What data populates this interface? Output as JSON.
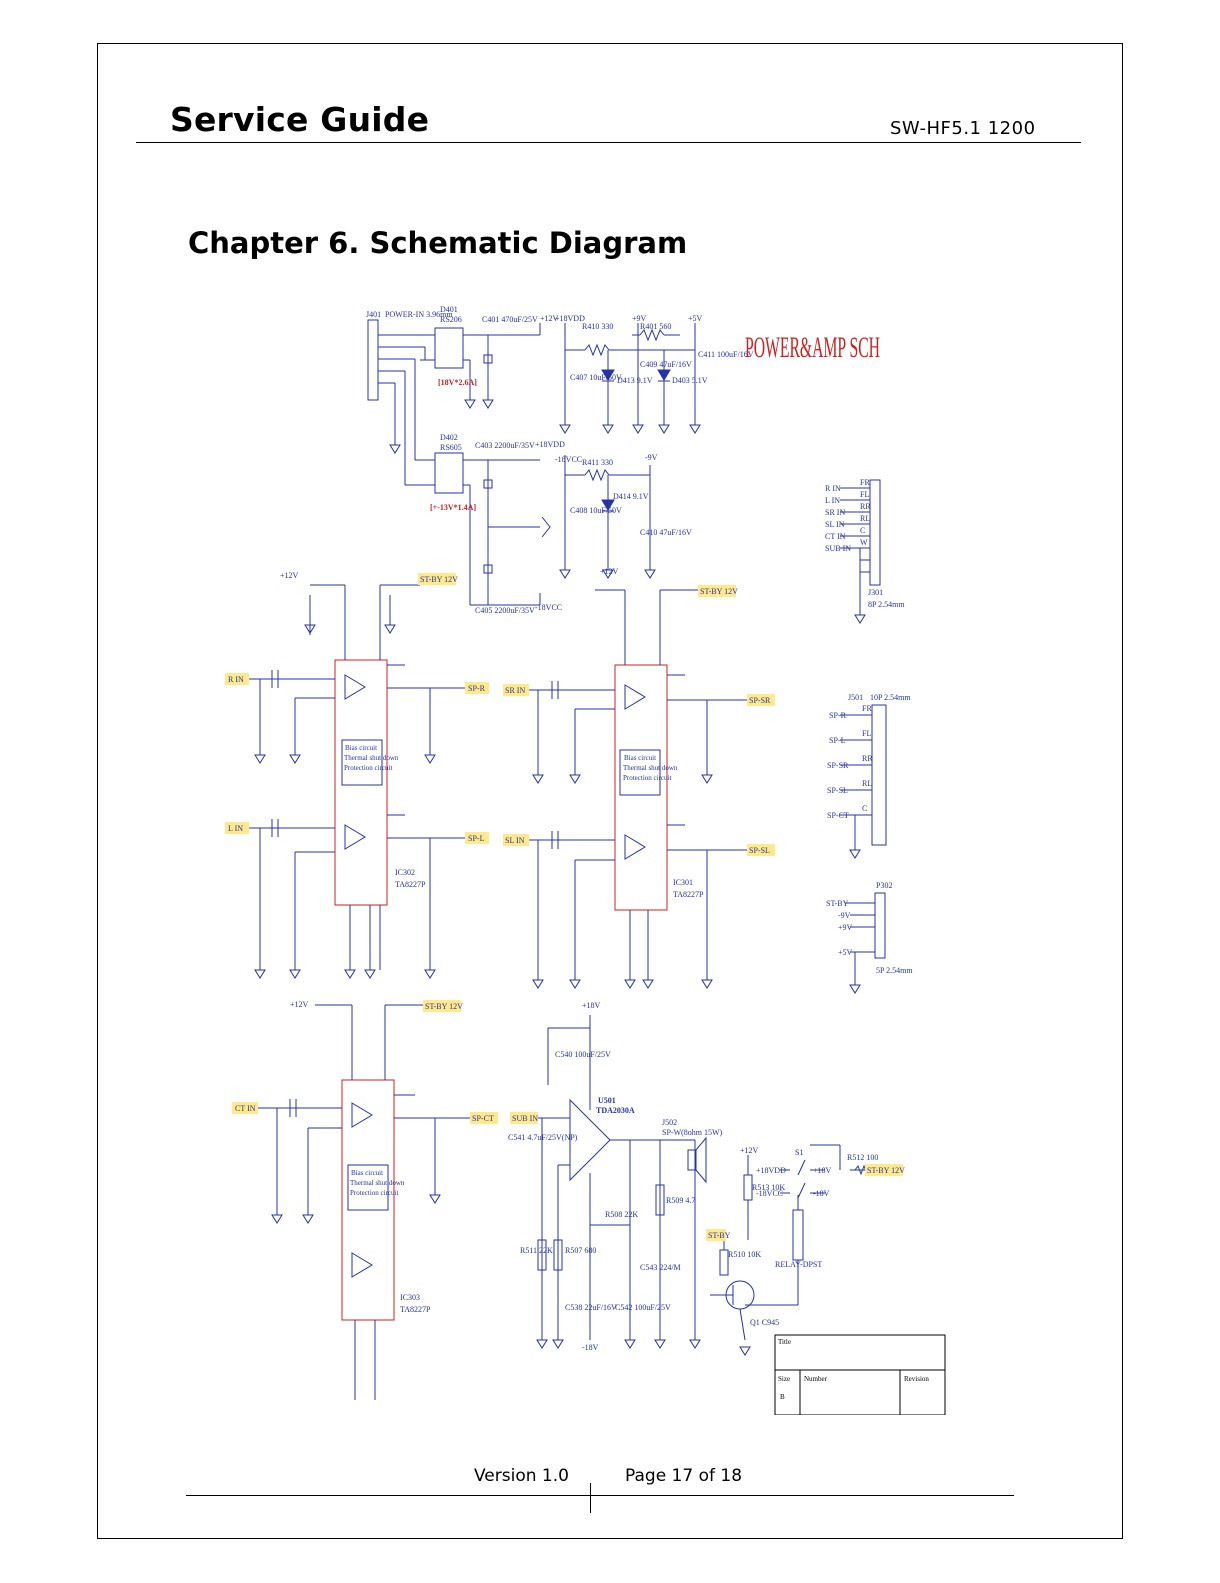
{
  "header": {
    "title": "Service Guide",
    "model": "SW-HF5.1 1200"
  },
  "chapter_title": "Chapter 6. Schematic Diagram",
  "schematic": {
    "sheet_title": "POWER&AMP SCH",
    "power_labels": {
      "connector": "J401",
      "connector_desc": "POWER-IN 3.96mm",
      "bridge1": "D401",
      "bridge1_part": "RS206",
      "bridge1_rating": "[18V*2.6A]",
      "bridge2": "D402",
      "bridge2_part": "RS605",
      "bridge2_rating": "[+-13V*1.4A]",
      "rails": [
        "+12V",
        "+18VDD",
        "+9V",
        "+5V",
        "+18VDD",
        "-18VCC",
        "-9V",
        "-18VCC"
      ],
      "caps": [
        "C401 470uF/25V",
        "C403 2200uF/35V",
        "C405 2200uF/35V",
        "C407 10uF/50V",
        "C408 10uF/50V",
        "C409 47uF/16V",
        "C410 47uF/16V",
        "C411 100uF/16V"
      ],
      "resistors": [
        "R410 330",
        "R411 330",
        "R401 560"
      ],
      "zeners": [
        "D413 9.1V",
        "D414 9.1V",
        "D403 5.1V"
      ]
    },
    "amps": [
      {
        "ref": "IC302",
        "part": "TA8227P",
        "in1": "R IN",
        "in2": "L IN",
        "out1": "SP-R",
        "out2": "SP-L"
      },
      {
        "ref": "IC301",
        "part": "TA8227P",
        "in1": "SR IN",
        "in2": "SL IN",
        "out1": "SP-SR",
        "out2": "SP-SL"
      },
      {
        "ref": "IC303",
        "part": "TA8227P",
        "in1": "CT IN",
        "in2": "",
        "out1": "SP-CT",
        "out2": ""
      }
    ],
    "amp_common": {
      "standby": "ST-BY 12V",
      "supply": "+12V",
      "bias_text": [
        "Bias circuit",
        "Thermal shut down",
        "Protection circuit"
      ]
    },
    "sub": {
      "ref": "U501",
      "part": "TDA2030A",
      "input": "SUB IN",
      "speaker": "J502",
      "speaker_desc": "SP-W(8ohm 15W)",
      "parts": [
        "C541 4.7uF/25V(NP)",
        "C540 100uF/25V",
        "R511 22K",
        "R507 680",
        "R508 22K",
        "R509 4.7",
        "C543 224/M",
        "C538 22uF/16V",
        "C542 100uF/25V"
      ],
      "rails": [
        "+18V",
        "-18V"
      ]
    },
    "input_connector": {
      "ref": "J301",
      "desc": "8P 2.54mm",
      "pins": [
        "R IN",
        "L IN",
        "SR IN",
        "SL IN",
        "CT IN",
        "SUB IN"
      ],
      "pin_labels": [
        "FR",
        "FL",
        "RR",
        "RL",
        "C",
        "W"
      ]
    },
    "output_connector": {
      "ref": "J501",
      "desc": "10P 2.54mm",
      "pins": [
        "SP-R",
        "SP-L",
        "SP-SR",
        "SP-SL",
        "SP-CT"
      ],
      "pin_labels": [
        "FR",
        "FL",
        "RR",
        "RL",
        "C"
      ]
    },
    "ctrl_connector": {
      "ref": "P302",
      "desc": "5P 2.54mm",
      "pins": [
        "ST-BY",
        "-9V",
        "+9V",
        "+5V"
      ]
    },
    "relay": {
      "ref": "RELAY-DPST",
      "switch": "S1",
      "r512": "R512 100",
      "r510": "R510 10K",
      "r513": "R513 10K",
      "transistor": "Q1 C945",
      "labels": [
        "+18VDD",
        "-18VCC",
        "+18V",
        "-18V",
        "+12V",
        "ST-BY",
        "ST-BY 12V"
      ]
    },
    "title_block": {
      "title": "Title",
      "size": "Size",
      "size_val": "B",
      "number": "Number",
      "revision": "Revision"
    }
  },
  "footer": {
    "version": "Version 1.0",
    "page": "Page 17 of 18"
  }
}
